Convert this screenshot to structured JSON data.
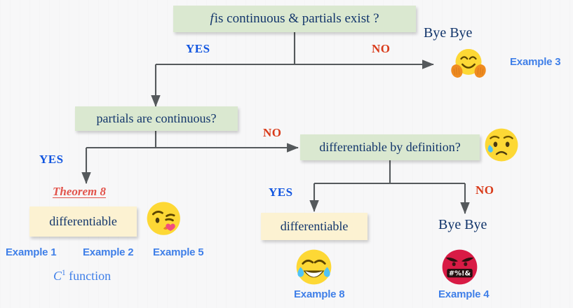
{
  "diagram": {
    "title_text": "Differentiability decision flowchart",
    "background_color": "#f7f7f8",
    "node_green_color": "#dae8d0",
    "node_yellow_color": "#fcf2d2",
    "text_color": "#12356b",
    "yes_color": "#1155e0",
    "no_color": "#d93b1a",
    "example_color": "#3f7fe8",
    "theorem_color": "#e2534b",
    "edge_color": "#55595c"
  },
  "nodes": {
    "root": {
      "text_prefix": "f",
      "text": " is continuous & partials exist ?"
    },
    "partials": {
      "text": "partials are continuous?"
    },
    "by_definition": {
      "text": "differentiable by definition?"
    },
    "diff_left": {
      "text": "differentiable"
    },
    "diff_mid": {
      "text": "differentiable"
    }
  },
  "branch_labels": {
    "root_yes": "YES",
    "root_no": "NO",
    "partials_yes": "YES",
    "partials_no": "NO",
    "definition_yes": "YES",
    "definition_no": "NO"
  },
  "terminals": {
    "bye_bye_top": "Bye Bye",
    "bye_bye_bottom": "Bye Bye"
  },
  "annotations": {
    "theorem": "Theorem 8",
    "c1_prefix": "C",
    "c1_sup": "1",
    "c1_suffix": " function"
  },
  "examples": {
    "example3": "Example 3",
    "example1": "Example 1",
    "example2": "Example 2",
    "example5": "Example 5",
    "example8": "Example 8",
    "example4": "Example 4"
  },
  "emojis": {
    "hugging_face": "hugging-face-emoji",
    "kissing_heart_face": "kissing-face-with-heart-emoji",
    "sad_tear_face": "sad-but-relieved-face-emoji",
    "tears_of_joy_face": "face-with-tears-of-joy-emoji",
    "cursing_face": "face-with-symbols-on-mouth-emoji"
  }
}
